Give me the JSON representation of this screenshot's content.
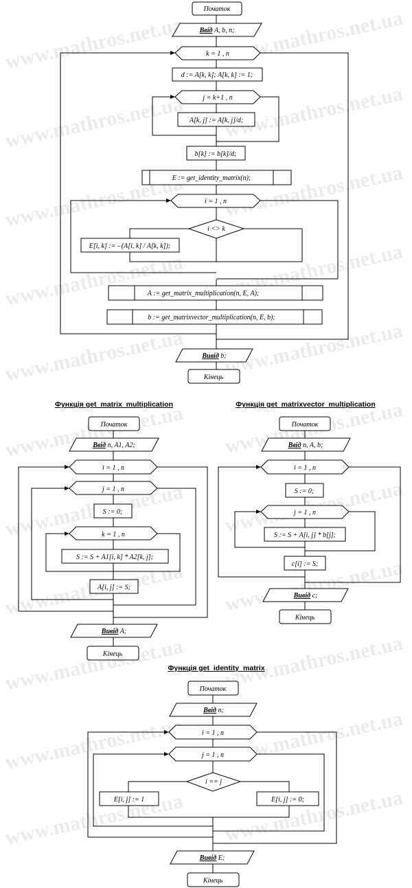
{
  "watermark": "www.mathros.net.ua",
  "main": {
    "start": "Початок",
    "input_prefix": "Ввід",
    "input_vars": " A, b, n;",
    "loop_k": "k = 1 , n",
    "assign_d": "d := A[k, k]; A[k, k] := 1;",
    "loop_j": "j = k+1 , n",
    "assign_akj": "A[k, j] := A[k, j]/d;",
    "assign_bk": "b[k] := b[k]/d;",
    "call_identity": "E := get_identity_matrix(n);",
    "loop_i": "i = 1 , n",
    "cond_i_ne_k": "i <> k",
    "assign_eik": "E[i, k] := - (A[i, k] / A[k, k]);",
    "call_matmul": "A := get_matrix_multiplication(n, E, A);",
    "call_matvec": "b := get_matrixvector_multiplication(n, E, b);",
    "output_prefix": "Вивід",
    "output_vars": " b;",
    "end": "Кінець"
  },
  "f1": {
    "title": "Функція get_matrix_multiplication",
    "start": "Початок",
    "input_prefix": "Ввід",
    "input_vars": " n, A1, A2;",
    "loop_i": "i = 1 , n",
    "loop_j": "j = 1 , n",
    "assign_s0": "S := 0;",
    "loop_k": "k = 1 , n",
    "assign_s": "S := S + A1[i, k] * A2[k, j];",
    "assign_aij": "A[i, j] := S;",
    "output_prefix": "Вивід",
    "output_vars": " A;",
    "end": "Кінець"
  },
  "f2": {
    "title": "Функція get_matrixvector_multiplication",
    "start": "Початок",
    "input_prefix": "Ввід",
    "input_vars": " n, A, b;",
    "loop_i": "i = 1 , n",
    "assign_s0": "S := 0;",
    "loop_j": "j = 1 , n",
    "assign_s": "S := S + A[i, j] * b[j];",
    "assign_ci": "c[i] := S;",
    "output_prefix": "Вивід",
    "output_vars": " c;",
    "end": "Кінець"
  },
  "f3": {
    "title": "Функція get_identity_matrix",
    "start": "Початок",
    "input_prefix": "Ввід",
    "input_vars": " n;",
    "loop_i": "i = 1 , n",
    "loop_j": "j = 1 , n",
    "cond": "i == j",
    "assign_one": "E[i, j] := 1",
    "assign_zero": "E[i, j] := 0;",
    "output_prefix": "Вивід",
    "output_vars": " E;",
    "end": "Кінець"
  }
}
